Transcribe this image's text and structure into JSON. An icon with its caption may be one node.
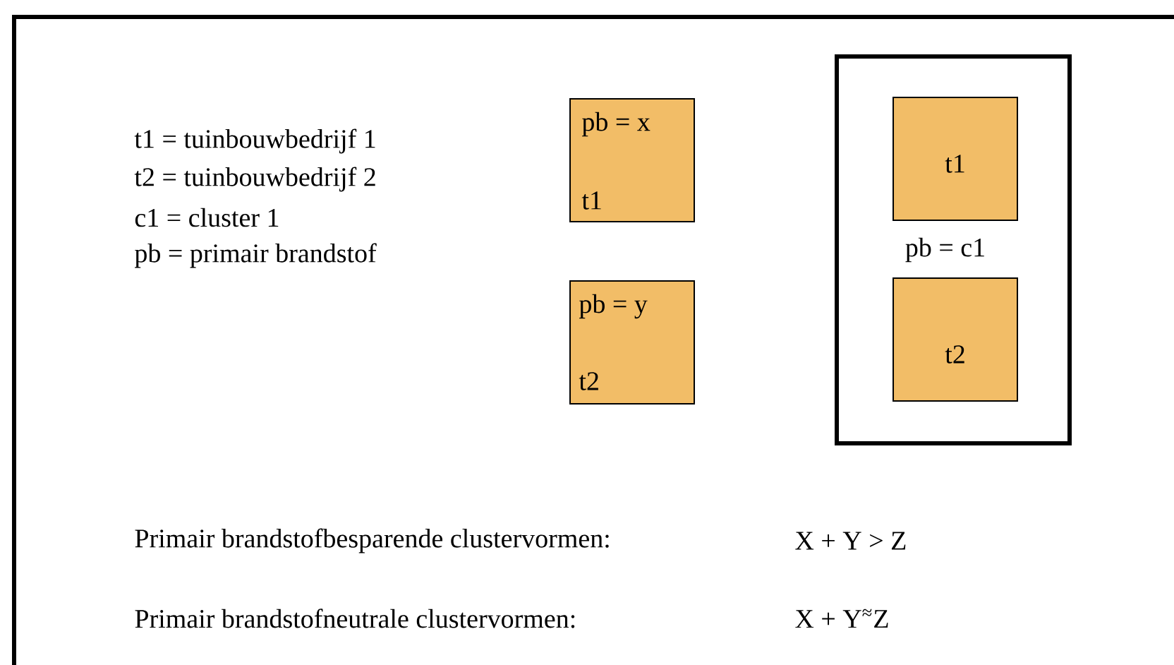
{
  "diagram": {
    "nodes": [
      {
        "text": [
          "pb = x",
          "t1"
        ]
      },
      {
        "text": [
          "pb = y",
          "t2"
        ]
      },
      {
        "text": [
          "pb =  c1"
        ]
      },
      {
        "text": [
          "t1"
        ],
        "in": 2
      },
      {
        "text": [
          "t2"
        ],
        "in": 2
      }
    ],
    "edges": [],
    "labels": [
      "t1 = tuinbouwbedrijf 1",
      "t2 = tuinbouwbedrijf 2",
      "c1 = cluster 1",
      "pb = primair brandstof",
      "Primair brandstofbesparende clustervormen:",
      "X + Y > Z",
      "Primair brandstofneutrale clustervormen:",
      "X + Y$^{≈}$Z"
    ]
  }
}
